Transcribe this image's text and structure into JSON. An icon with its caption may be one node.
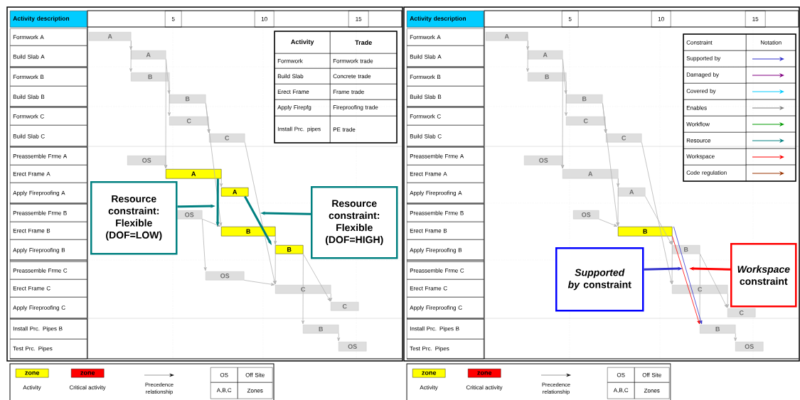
{
  "diagram": {
    "nodes": [
      {
        "text": [
          "A"
        ]
      },
      {
        "text": [
          "A"
        ]
      },
      {
        "text": [
          "B"
        ]
      },
      {
        "text": [
          "B"
        ]
      },
      {
        "text": [
          "C"
        ]
      },
      {
        "text": [
          "C"
        ]
      },
      {
        "text": [
          "OS"
        ]
      },
      {
        "text": [
          "A"
        ]
      },
      {
        "text": [
          "A"
        ]
      },
      {
        "text": [
          "OS"
        ]
      },
      {
        "text": [
          "B"
        ]
      },
      {
        "text": [
          "B"
        ]
      },
      {
        "text": [
          "OS"
        ]
      },
      {
        "text": [
          "C"
        ]
      },
      {
        "text": [
          "C"
        ]
      },
      {
        "text": [
          "B"
        ]
      },
      {
        "text": [
          "OS"
        ]
      },
      {
        "text": [
          "Resource constraint: Flexible (DOF=LOW)"
        ]
      },
      {
        "text": [
          "Resource constraint: Flexible (DOF=HIGH)"
        ]
      },
      {
        "text": [
          "A"
        ]
      },
      {
        "text": [
          "A"
        ]
      },
      {
        "text": [
          "B"
        ]
      },
      {
        "text": [
          "B"
        ]
      },
      {
        "text": [
          "C"
        ]
      },
      {
        "text": [
          "C"
        ]
      },
      {
        "text": [
          "OS"
        ]
      },
      {
        "text": [
          "A"
        ]
      },
      {
        "text": [
          "A"
        ]
      },
      {
        "text": [
          "OS"
        ]
      },
      {
        "text": [
          "B"
        ]
      },
      {
        "text": [
          "B"
        ]
      },
      {
        "text": [
          "C"
        ]
      },
      {
        "text": [
          "C"
        ]
      },
      {
        "text": [
          "B"
        ]
      },
      {
        "text": [
          "OS"
        ]
      },
      {
        "text": [
          "*Supported by* constraint"
        ]
      },
      {
        "text": [
          "*Workspace* constraint"
        ]
      }
    ],
    "edges": [
      {
        "from": 0,
        "to": 1,
        "arrow": "to"
      },
      {
        "from": 0,
        "to": 2,
        "arrow": "to"
      },
      {
        "from": 1,
        "to": 3,
        "arrow": "to"
      },
      {
        "from": 2,
        "to": 4,
        "arrow": "to"
      },
      {
        "from": 1,
        "to": 7,
        "arrow": "to"
      },
      {
        "from": 3,
        "to": 5,
        "arrow": "to"
      },
      {
        "from": 4,
        "to": 5,
        "arrow": "to"
      },
      {
        "from": 3,
        "to": 10,
        "arrow": "to"
      },
      {
        "from": 5,
        "to": 13,
        "arrow": "to"
      },
      {
        "from": 6,
        "to": 7,
        "arrow": "to"
      },
      {
        "from": 7,
        "to": 8,
        "arrow": "to"
      },
      {
        "from": 9,
        "to": 10,
        "arrow": "to"
      },
      {
        "from": 9,
        "to": 12,
        "arrow": "to"
      },
      {
        "from": 10,
        "to": 11,
        "arrow": "to"
      },
      {
        "from": 10,
        "to": 13,
        "arrow": "to"
      },
      {
        "from": 12,
        "to": 13,
        "arrow": "to"
      },
      {
        "from": 13,
        "to": 14,
        "arrow": "to"
      },
      {
        "from": 11,
        "to": 14,
        "arrow": "to"
      },
      {
        "from": 11,
        "to": 15,
        "arrow": "to"
      },
      {
        "from": 15,
        "to": 16,
        "arrow": "to"
      },
      {
        "from": 7,
        "to": 10,
        "arrow": "to",
        "style": "thick",
        "color": "#008080"
      },
      {
        "from": 8,
        "to": 11,
        "arrow": "to",
        "style": "thick",
        "color": "#008080"
      },
      {
        "from": 17,
        "to": null,
        "arrow": "to",
        "style": "thick",
        "color": "#008080"
      },
      {
        "from": 18,
        "to": null,
        "arrow": "to",
        "style": "thick",
        "color": "#008080"
      },
      {
        "from": 19,
        "to": 20,
        "arrow": "to"
      },
      {
        "from": 19,
        "to": 21,
        "arrow": "to"
      },
      {
        "from": 20,
        "to": 22,
        "arrow": "to"
      },
      {
        "from": 21,
        "to": 23,
        "arrow": "to"
      },
      {
        "from": 20,
        "to": 26,
        "arrow": "to"
      },
      {
        "from": 22,
        "to": 24,
        "arrow": "to"
      },
      {
        "from": 23,
        "to": 24,
        "arrow": "to"
      },
      {
        "from": 22,
        "to": 29,
        "arrow": "to"
      },
      {
        "from": 24,
        "to": 31,
        "arrow": "to"
      },
      {
        "from": 25,
        "to": 26,
        "arrow": "to"
      },
      {
        "from": 26,
        "to": 27,
        "arrow": "to"
      },
      {
        "from": 28,
        "to": 29,
        "arrow": "to"
      },
      {
        "from": 29,
        "to": 30,
        "arrow": "to"
      },
      {
        "from": 29,
        "to": 31,
        "arrow": "to"
      },
      {
        "from": 31,
        "to": 32,
        "arrow": "to"
      },
      {
        "from": 30,
        "to": 32,
        "arrow": "to"
      },
      {
        "from": 30,
        "to": 33,
        "arrow": "to"
      },
      {
        "from": 33,
        "to": 34,
        "arrow": "to"
      },
      {
        "from": 26,
        "to": 29,
        "arrow": "to"
      },
      {
        "from": 27,
        "to": 30,
        "arrow": "to"
      },
      {
        "from": 29,
        "to": 33,
        "arrow": "to",
        "color": "#ff0000"
      },
      {
        "from": 29,
        "to": 33,
        "arrow": "to",
        "color": "#3333cc"
      },
      {
        "from": 35,
        "to": null,
        "arrow": "to",
        "style": "thick",
        "color": "#3333cc"
      },
      {
        "from": 36,
        "to": null,
        "arrow": "to",
        "style": "thick",
        "color": "#ff0000"
      }
    ],
    "labels": [
      "Activity description",
      "5",
      "10",
      "15",
      "Formwork A",
      "Build Slab A",
      "Formwork B",
      "Build Slab B",
      "Formwork C",
      "Build Slab C",
      "Preassemble Frme A",
      "Erect Frame A",
      "Apply Fireproofing A",
      "Preassemble Frme B",
      "Erect Frame B",
      "Apply Fireproofing B",
      "Preassemble Frme C",
      "Erect Frame C",
      "Apply Fireproofing C",
      "Install Prc. Pipes B",
      "Test Prc. Pipes",
      "Activity",
      "Trade",
      "Formwork",
      "Formwork trade",
      "Build Slab",
      "Concrete trade",
      "Erect Frame",
      "Frame trade",
      "Apply Firepfg",
      "Fireproofing trade",
      "Install Prc. pipes",
      "PE trade",
      "zone",
      "zone",
      "OS",
      "Off Site",
      "A,B,C",
      "Zones",
      "Activity description",
      "5",
      "10",
      "15",
      "Formwork A",
      "Build Slab A",
      "Formwork B",
      "Build Slab B",
      "Formwork C",
      "Build Slab C",
      "Preassemble Frme A",
      "Erect Frame A",
      "Apply Fireproofing A",
      "Preassemble Frme B",
      "Erect Frame B",
      "Apply Fireproofing B",
      "Preassemble Frme C",
      "Erect Frame C",
      "Apply Fireproofing C",
      "Install Prc. Pipes B",
      "Test Prc. Pipes",
      "Constraint",
      "Notation",
      "zone",
      "zone",
      "OS",
      "Off Site",
      "A,B,C",
      "Zones"
    ],
    "legend": [
      {
        "text": "Activity",
        "color": "#ffff00"
      },
      {
        "text": "Critical activity",
        "color": "#ff0000"
      },
      {
        "text": "Precedence relationship"
      },
      {
        "text": "Supported by"
      },
      {
        "text": "Damaged by"
      },
      {
        "text": "Covered by"
      },
      {
        "text": "Enables"
      },
      {
        "text": "Workflow"
      },
      {
        "text": "Resource"
      },
      {
        "text": "Workspace"
      },
      {
        "text": "Code regulation"
      },
      {
        "text": "Activity",
        "color": "#ffff00"
      },
      {
        "text": "Critical activity",
        "color": "#ff0000"
      },
      {
        "text": "Precedence relationship"
      }
    ]
  }
}
